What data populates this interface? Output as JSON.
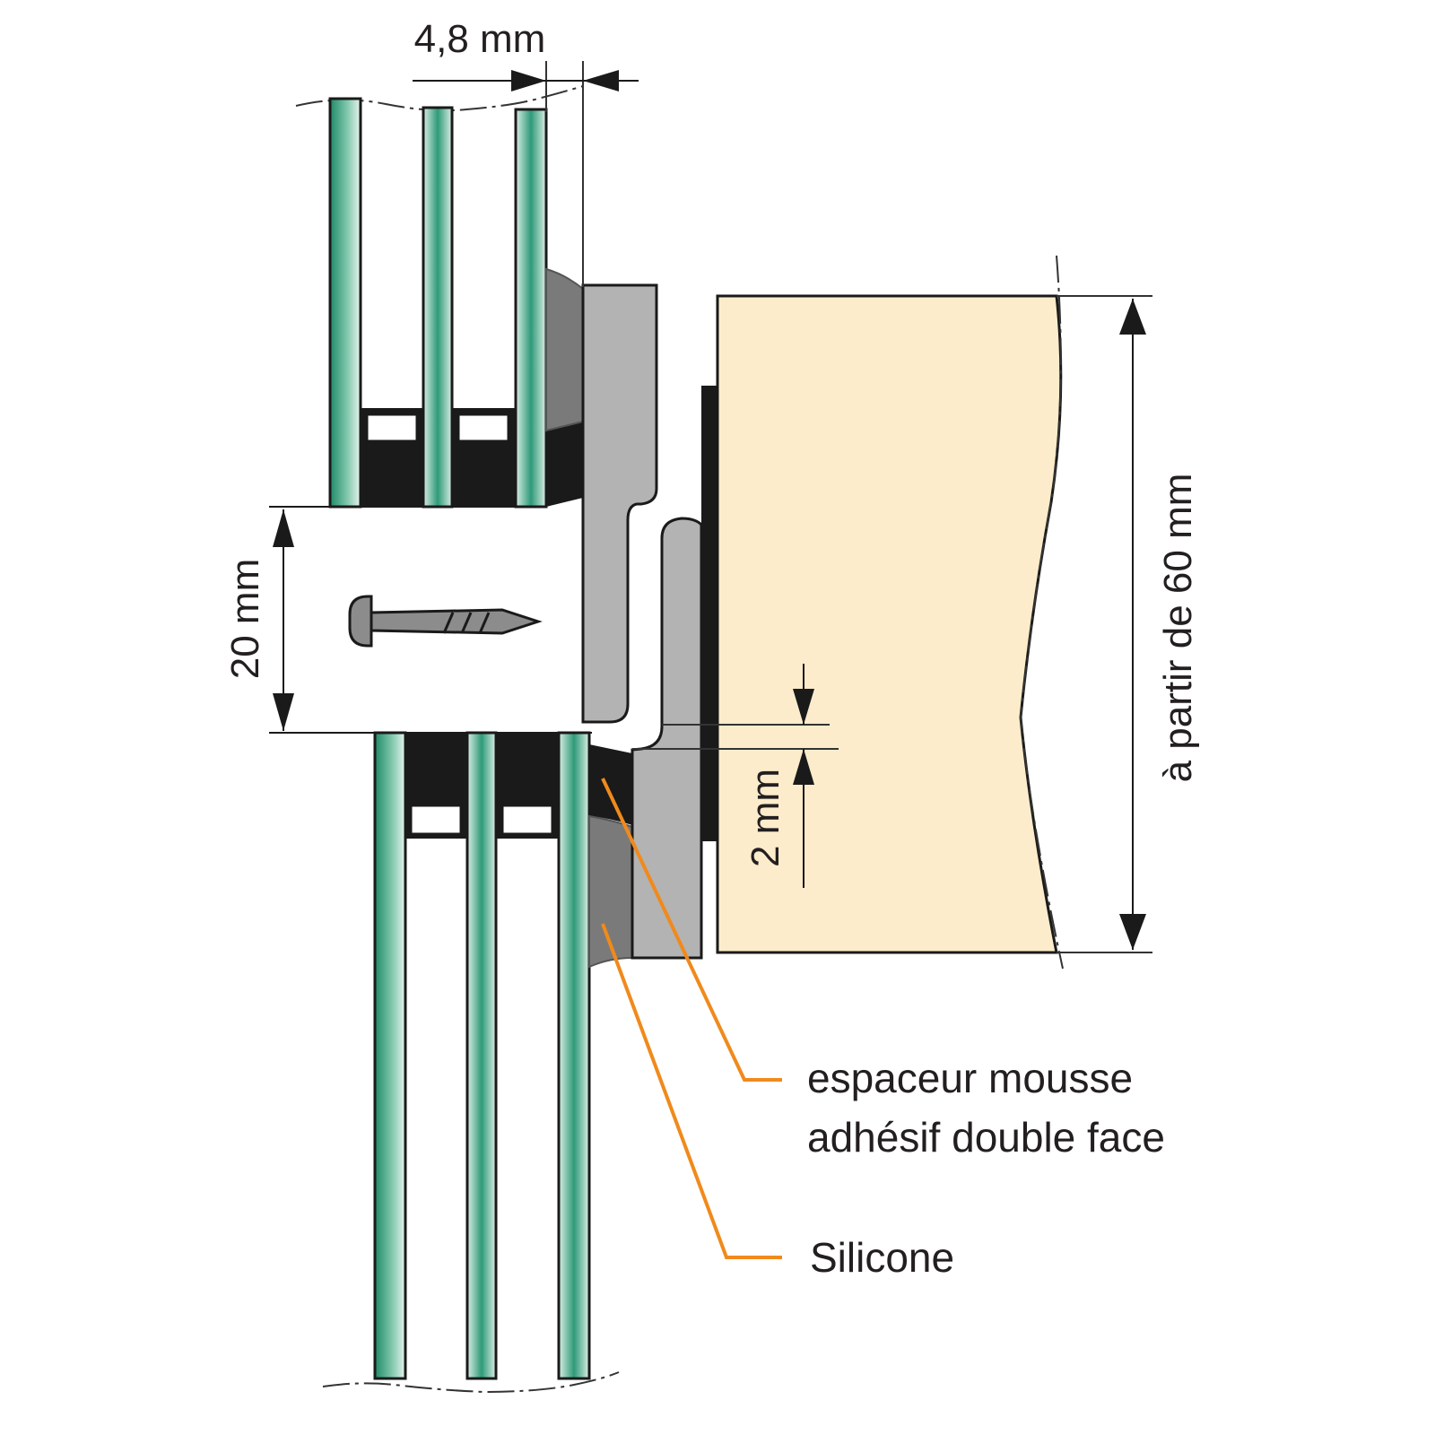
{
  "dimensions": {
    "glass_offset": "4,8 mm",
    "joint_gap": "20 mm",
    "spacer_gap": "2 mm",
    "support_height": "à partir de 60 mm"
  },
  "callouts": {
    "foam_spacer_line1": "espaceur mousse",
    "foam_spacer_line2": "adhésif double face",
    "silicone": "Silicone"
  },
  "colors": {
    "glass_green": "#2e9a78",
    "glass_light": "#dff0e8",
    "bracket_grey": "#b3b3b3",
    "silicone_grey": "#7a7a7a",
    "wood": "#fdeccb",
    "leader_orange": "#f08a1c",
    "black": "#1a1a1a"
  }
}
